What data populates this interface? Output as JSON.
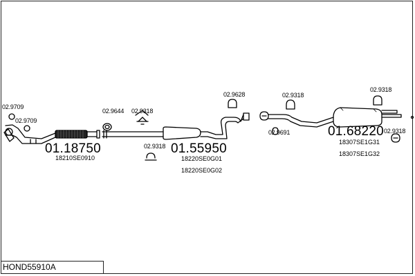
{
  "diagram_id": "HOND55910A",
  "parts": {
    "front_pipe_number": "01.18750",
    "front_pipe_code": "18210SE0910",
    "center_silencer_number": "01.55950",
    "center_silencer_code_1": "18220SE0G01",
    "center_silencer_code_2": "18220SE0G02",
    "rear_silencer_number": "01.68220",
    "rear_silencer_code_1": "18307SE1G31",
    "rear_silencer_code_2": "18307SE1G32"
  },
  "accessories": {
    "a1": "02.9709",
    "a2": "02.9709",
    "a3": "02.9644",
    "a4": "02.9318",
    "a5": "02.9318",
    "a6": "02.9628",
    "a7": "02.9318",
    "a8": "02.9691",
    "a9": "02.9318",
    "a10": "02.9318"
  }
}
